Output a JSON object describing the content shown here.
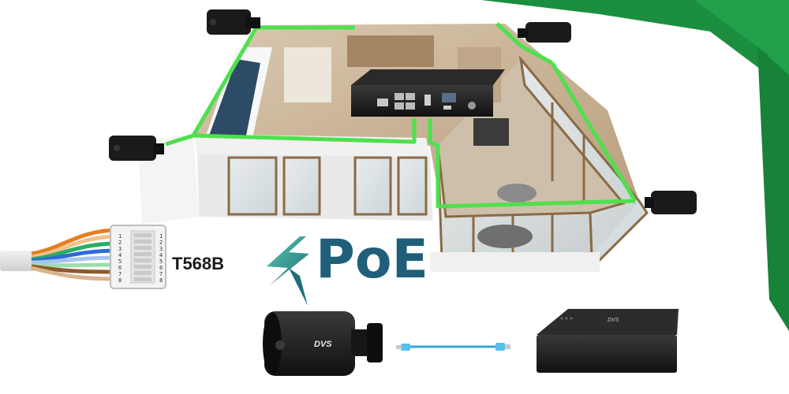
{
  "labels": {
    "poe": "PoE",
    "wiring_standard": "T568B",
    "brand_logo": "DVS"
  },
  "connector": {
    "pins": [
      "1",
      "2",
      "3",
      "4",
      "5",
      "6",
      "7",
      "8"
    ]
  },
  "colors": {
    "accent_green": "#1b8f3f",
    "network_line": "#4ee04e",
    "poe_text": "#1f5f7a",
    "lightning": "#2f9e8f"
  },
  "icons": {
    "camera": "bullet-camera-icon",
    "recorder": "nvr-recorder-icon",
    "cable": "ethernet-cable-icon",
    "lightning": "lightning-bolt-icon"
  }
}
